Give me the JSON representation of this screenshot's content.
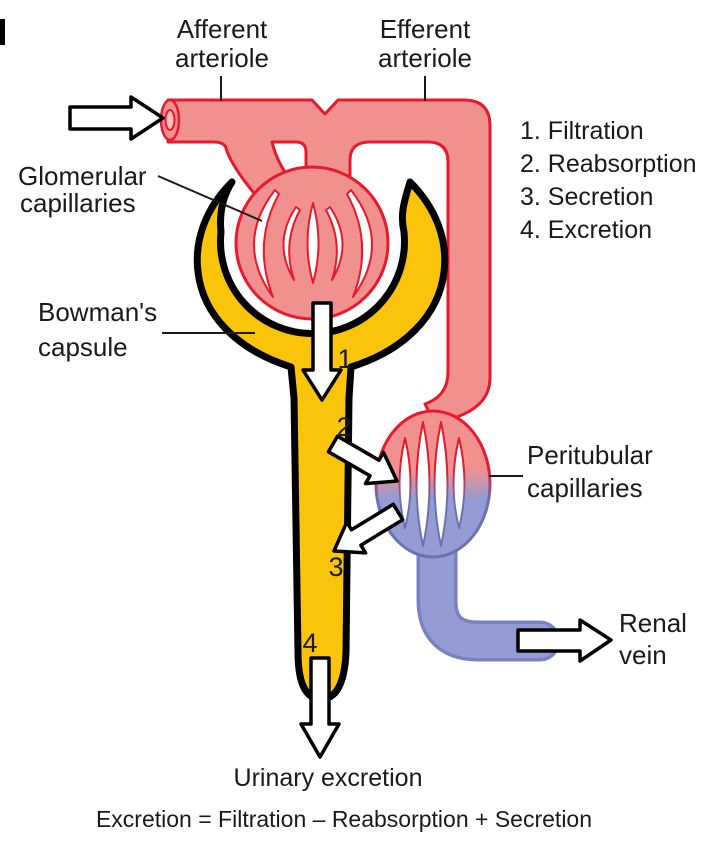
{
  "colors": {
    "vessel_pink": "#F0918F",
    "vessel_pink_light": "#F5BDBC",
    "vessel_red": "#E8192C",
    "capsule_yellow": "#FAC40A",
    "vein_blue": "#959BD3",
    "vein_blue_dark": "#7A81C2",
    "vein_stroke_deep": "#6A72B5",
    "outline_black": "#000000",
    "arrow_white": "#FFFFFF",
    "text": "#1A1A1A"
  },
  "labels": {
    "afferent_arteriole": {
      "line1": "Afferent",
      "line2": "arteriole"
    },
    "efferent_arteriole": {
      "line1": "Efferent",
      "line2": "arteriole"
    },
    "glomerular_capillaries": {
      "line1": "Glomerular",
      "line2": "capillaries"
    },
    "bowmans_capsule": {
      "line1": "Bowman's",
      "line2": "capsule"
    },
    "peritubular_capillaries": {
      "line1": "Peritubular",
      "line2": "capillaries"
    },
    "renal_vein": {
      "line1": "Renal",
      "line2": "vein"
    },
    "urinary_excretion": "Urinary excretion",
    "equation": "Excretion = Filtration – Reabsorption + Secretion"
  },
  "process_list": {
    "items": [
      {
        "display": "1. Filtration"
      },
      {
        "display": "2. Reabsorption"
      },
      {
        "display": "3. Secretion"
      },
      {
        "display": "4. Excretion"
      }
    ]
  },
  "flow_markers": {
    "step1": "1",
    "step2": "2",
    "step3": "3",
    "step4": "4"
  }
}
